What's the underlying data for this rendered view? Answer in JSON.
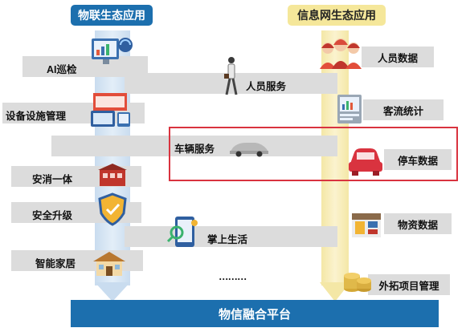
{
  "left_column": {
    "title": "物联生态应用"
  },
  "right_column": {
    "title": "信息网生态应用"
  },
  "left_items": [
    "AI巡检",
    "设备设施管理",
    "安消一体",
    "安全升级",
    "智能家居"
  ],
  "right_items": [
    "人员数据",
    "客流统计",
    "停车数据",
    "物资数据",
    "外拓项目管理"
  ],
  "center_items": [
    "人员服务",
    "车辆服务",
    "掌上生活",
    "………"
  ],
  "bottom_bar": {
    "label": "物信融合平台"
  },
  "colors": {
    "blue": "#1c6fae",
    "yellow": "#f5e79a",
    "grey": "#dcdcdc",
    "highlight": "#d9333f"
  }
}
